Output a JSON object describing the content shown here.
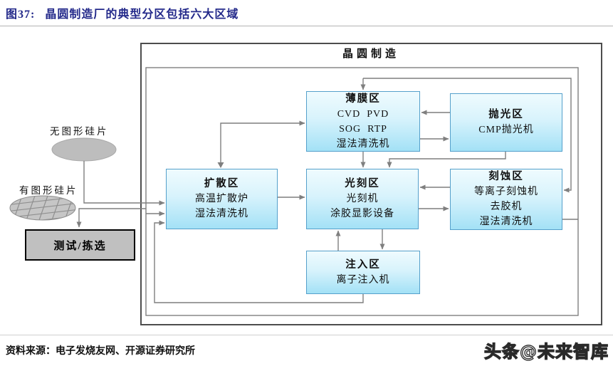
{
  "figure": {
    "label": "图37:",
    "title": "晶圆制造厂的典型分区包括六大区域"
  },
  "diagram": {
    "container_title": "晶圆制造",
    "zones": {
      "thin_film": {
        "name": "薄膜区",
        "equipment": [
          "CVD  PVD",
          "SOG  RTP",
          "湿法清洗机"
        ]
      },
      "polish": {
        "name": "抛光区",
        "equipment": [
          "CMP抛光机"
        ]
      },
      "diffusion": {
        "name": "扩散区",
        "equipment": [
          "高温扩散炉",
          "湿法清洗机"
        ]
      },
      "litho": {
        "name": "光刻区",
        "equipment": [
          "光刻机",
          "涂胶显影设备"
        ]
      },
      "etch": {
        "name": "刻蚀区",
        "equipment": [
          "等离子刻蚀机",
          "去胶机",
          "湿法清洗机"
        ]
      },
      "implant": {
        "name": "注入区",
        "equipment": [
          "离子注入机"
        ]
      }
    },
    "side": {
      "bare_wafer_label": "无图形硅片",
      "patterned_wafer_label": "有图形硅片",
      "test_sort_label": "测试/拣选"
    }
  },
  "footer": {
    "source": "资料来源：电子发烧友网、开源证券研究所"
  },
  "watermark": "头条@未来智库",
  "colors": {
    "title_navy": "#23298a",
    "zone_border": "#55a0cb",
    "zone_fill_top": "#effbfe",
    "zone_fill_bottom": "#a3e1f6",
    "flow_line": "#7f7f7f",
    "gray_fill": "#c0c0c0"
  }
}
